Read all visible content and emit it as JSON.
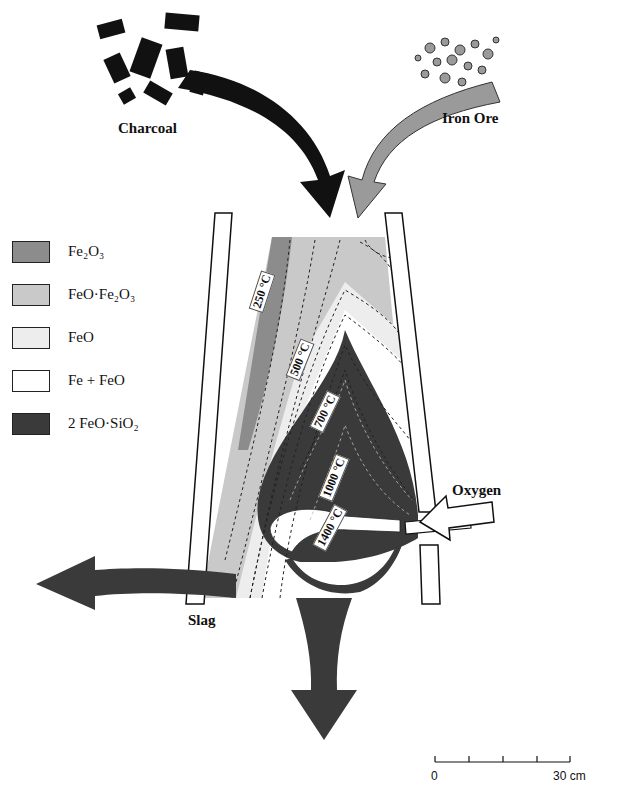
{
  "diagram": {
    "labels": [
      "Charcoal",
      "Iron Ore",
      "250 °C",
      "500 °C",
      "700 °C",
      "1000 °C",
      "1400 °C",
      "Oxygen",
      "Slag",
      "0",
      "30 cm"
    ],
    "legend": [
      {
        "text": "Fe₂O₃",
        "color": "#8c8c8c"
      },
      {
        "text": "FeO·Fe₂O₃",
        "color": "#c9c9c9"
      },
      {
        "text": "FeO",
        "color": "#ededed"
      },
      {
        "text": "Fe + FeO",
        "color": "#ffffff"
      },
      {
        "text": "2 FeO·SiO₂",
        "color": "#3a3a3a"
      }
    ]
  }
}
